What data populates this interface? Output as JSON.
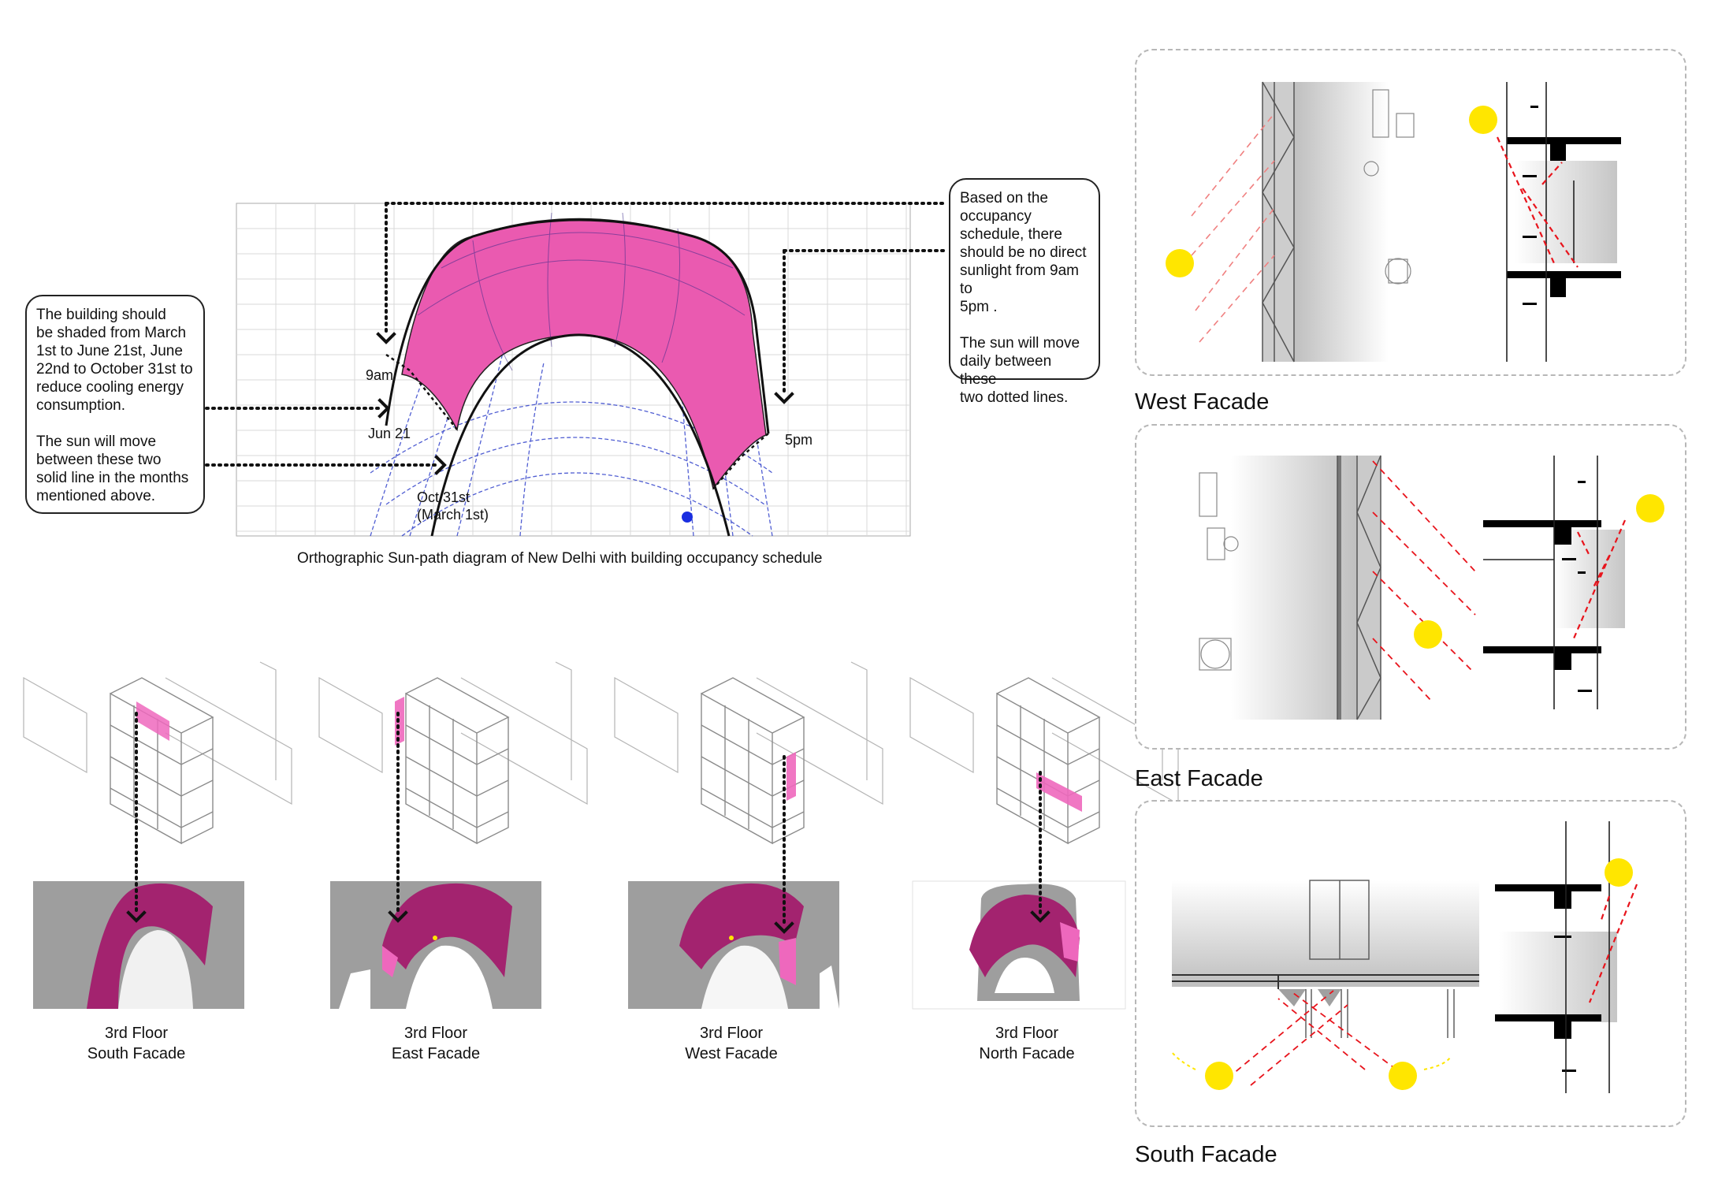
{
  "sunpath": {
    "caption": "Orthographic Sun-path diagram of New Delhi with building occupancy schedule",
    "labels": {
      "am": "9am",
      "pm": "5pm",
      "jun": "Jun 21",
      "oct": "Oct 31st",
      "march": "(March 1st)"
    },
    "colors": {
      "shade": "#ea5ab0",
      "grid": "#cfcfcf",
      "sunDot": "#1a2ee0"
    }
  },
  "callout_left": {
    "para1": "The building should\nbe shaded from March\n1st to June 21st, June\n22nd to October 31st to\nreduce cooling energy\nconsumption.",
    "para2": "The sun will move\nbetween these two\nsolid line in the months\nmentioned above."
  },
  "callout_right": {
    "para1": "Based on the\noccupancy\nschedule, there\nshould be no direct\nsunlight from 9am to\n5pm .",
    "para2": "The sun will move\ndaily between these\ntwo dotted lines."
  },
  "floors": [
    {
      "line1": "3rd Floor",
      "line2": "South Facade"
    },
    {
      "line1": "3rd Floor",
      "line2": "East Facade"
    },
    {
      "line1": "3rd Floor",
      "line2": "West Facade"
    },
    {
      "line1": "3rd Floor",
      "line2": "North Facade"
    }
  ],
  "facades": [
    {
      "title": "West Facade"
    },
    {
      "title": "East Facade"
    },
    {
      "title": "South Facade"
    }
  ],
  "colors": {
    "sun": "#ffe600",
    "ray": "#e8141c",
    "magenta": "#a3236f",
    "black": "#000000"
  }
}
